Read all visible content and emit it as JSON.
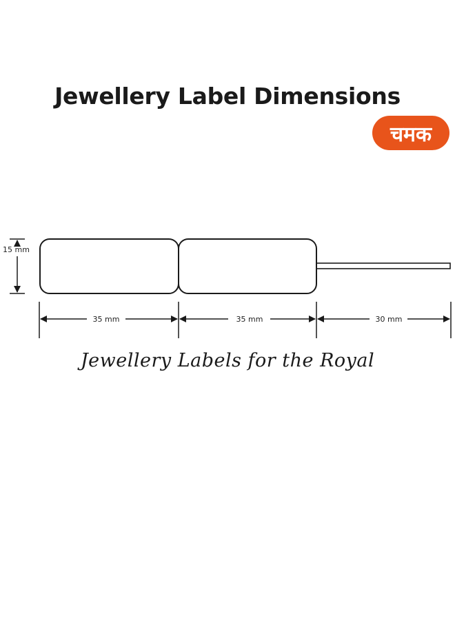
{
  "title": "Jewellery Label Dimensions",
  "brand": {
    "text": "चमक",
    "color": "#e8541b"
  },
  "dimensions": {
    "height": "15 mm",
    "label_1_width": "35 mm",
    "label_2_width": "35 mm",
    "tail_length": "30 mm"
  },
  "tagline": "Jewellery Labels for the Royal"
}
